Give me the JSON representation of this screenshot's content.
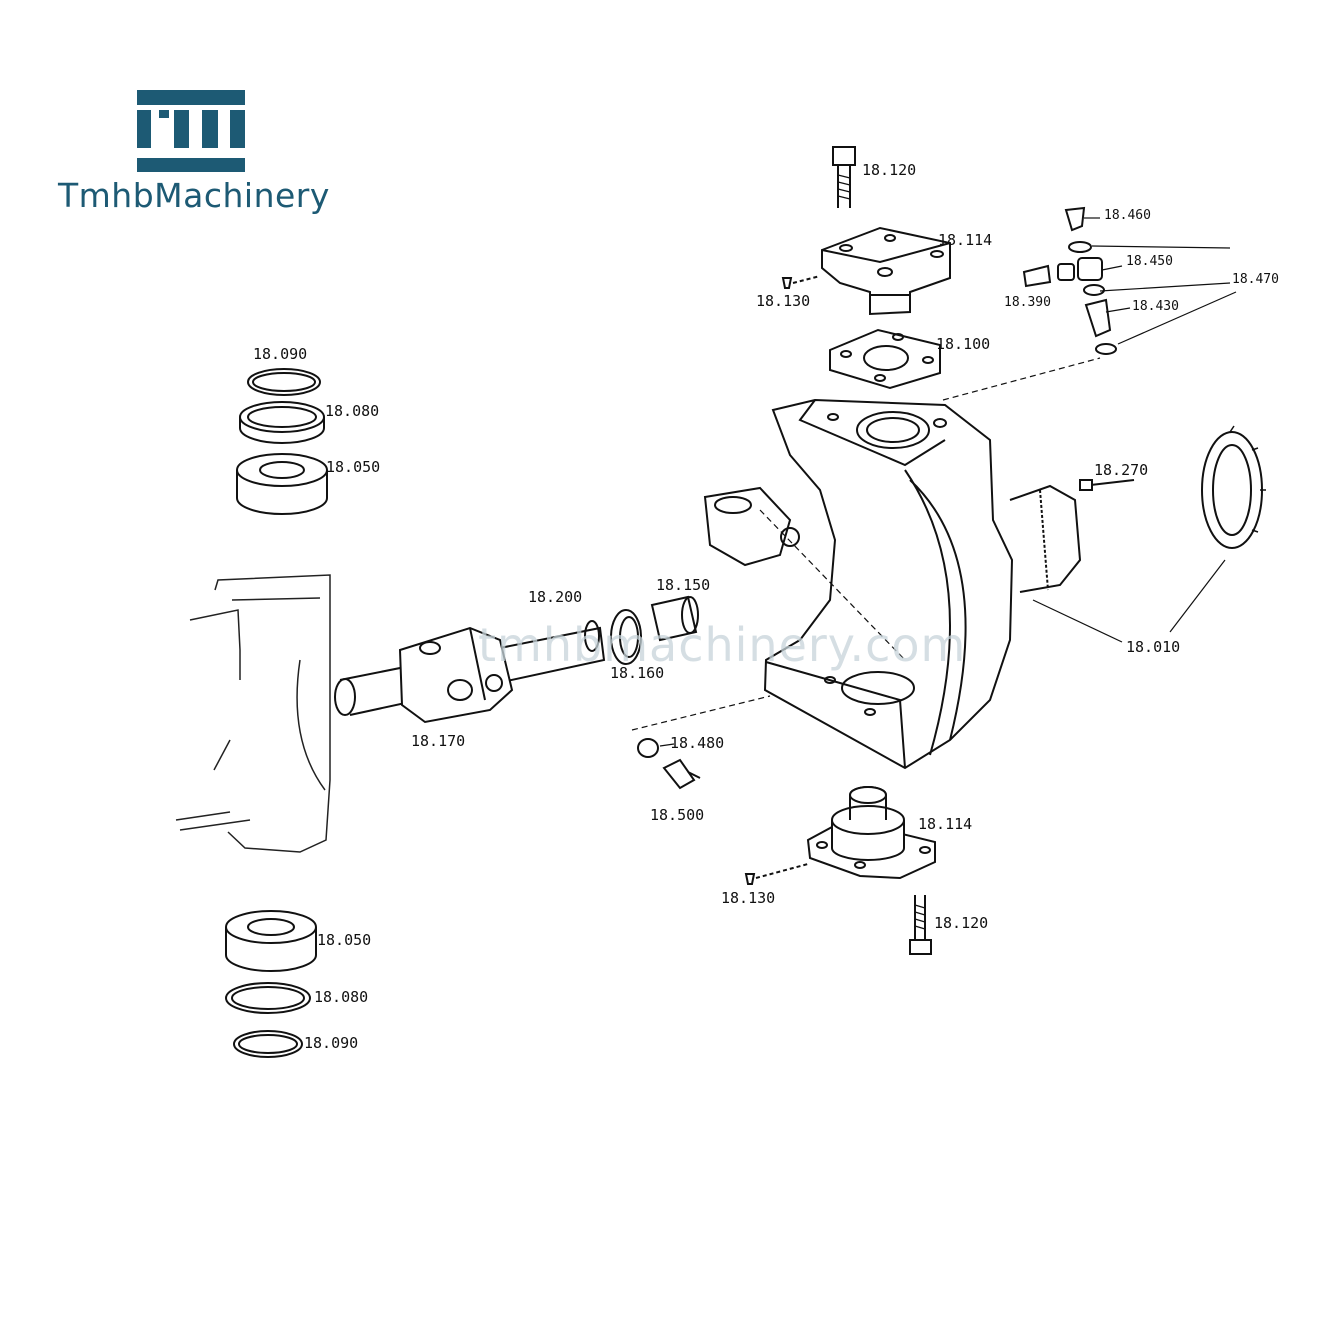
{
  "brand": {
    "name": "TmhbMachinery",
    "color": "#1d5a74"
  },
  "watermark": {
    "text": "tmhbmachinery.com",
    "color": "#c7d4da"
  },
  "part_labels": [
    {
      "id": "p1",
      "text": "18.120"
    },
    {
      "id": "p2",
      "text": "18.114"
    },
    {
      "id": "p3",
      "text": "18.130"
    },
    {
      "id": "p4",
      "text": "18.100"
    },
    {
      "id": "p5",
      "text": "18.460"
    },
    {
      "id": "p6",
      "text": "18.450"
    },
    {
      "id": "p7",
      "text": "18.470"
    },
    {
      "id": "p8",
      "text": "18.390"
    },
    {
      "id": "p9",
      "text": "18.430"
    },
    {
      "id": "p10",
      "text": "18.090"
    },
    {
      "id": "p11",
      "text": "18.080"
    },
    {
      "id": "p12",
      "text": "18.050"
    },
    {
      "id": "p13",
      "text": "18.270"
    },
    {
      "id": "p14",
      "text": "18.200"
    },
    {
      "id": "p15",
      "text": "18.150"
    },
    {
      "id": "p16",
      "text": "18.160"
    },
    {
      "id": "p17",
      "text": "18.010"
    },
    {
      "id": "p18",
      "text": "18.170"
    },
    {
      "id": "p19",
      "text": "18.480"
    },
    {
      "id": "p20",
      "text": "18.500"
    },
    {
      "id": "p21",
      "text": "18.114"
    },
    {
      "id": "p22",
      "text": "18.130"
    },
    {
      "id": "p23",
      "text": "18.120"
    },
    {
      "id": "p24",
      "text": "18.050"
    },
    {
      "id": "p25",
      "text": "18.080"
    },
    {
      "id": "p26",
      "text": "18.090"
    }
  ]
}
